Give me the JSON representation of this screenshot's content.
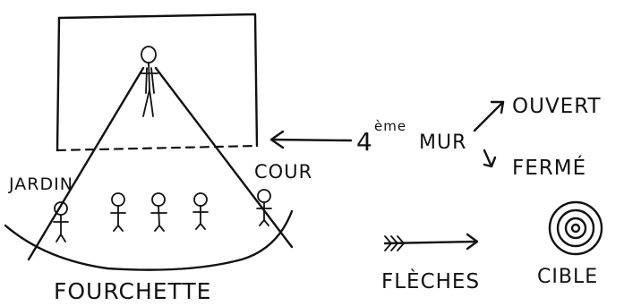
{
  "labels": {
    "jardin": "JARDIN",
    "cour": "COUR",
    "fourchette": "FOURCHETTE",
    "mur_number": "4",
    "mur_suffix": "ème",
    "mur": "MUR",
    "ouvert": "OUVERT",
    "ferme": "FERMÉ",
    "fleches": "FLÈCHES",
    "cible": "CIBLE"
  },
  "colors": {
    "ink": "#111111",
    "paper": "#ffffff"
  }
}
